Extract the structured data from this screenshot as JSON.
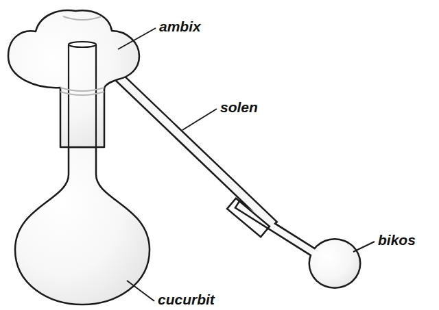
{
  "diagram": {
    "labels": [
      "ambix",
      "solen",
      "bikos",
      "cucurbit"
    ]
  }
}
